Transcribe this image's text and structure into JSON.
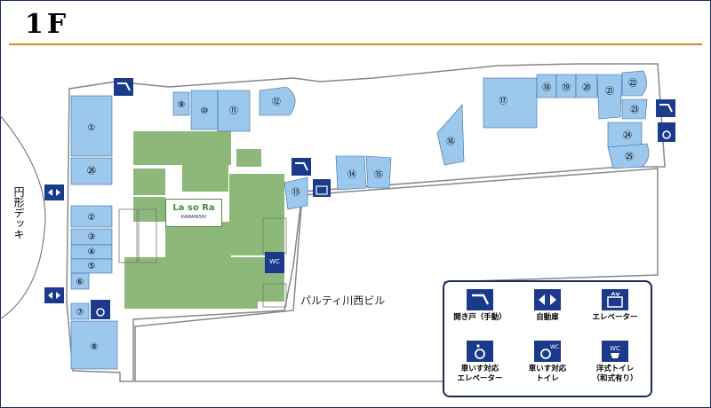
{
  "floor": {
    "title": "1F"
  },
  "building": {
    "name": "パルティ川西ビル"
  },
  "deck": {
    "label": "円形デッキ"
  },
  "logo": {
    "main": "La so Ra",
    "sub": "KAWANISHI"
  },
  "shops": [
    "①",
    "②",
    "③",
    "④",
    "⑤",
    "⑥",
    "⑦",
    "⑧",
    "⑨",
    "⑩",
    "⑪",
    "⑫",
    "⑬",
    "⑭",
    "⑮",
    "⑯",
    "⑰",
    "⑱",
    "⑲",
    "⑳",
    "㉑",
    "㉒",
    "㉓",
    "㉔",
    "㉕",
    "㉖"
  ],
  "legend": {
    "items": [
      {
        "icon": "swing-door-icon",
        "label": "開き戸（手動）"
      },
      {
        "icon": "automatic-door-icon",
        "label": "自動扉"
      },
      {
        "icon": "elevator-icon",
        "label": "エレベーター"
      },
      {
        "icon": "wheelchair-elevator-icon",
        "label": "車いす対応\nエレベーター"
      },
      {
        "icon": "wheelchair-toilet-icon",
        "label": "車いす対応\nトイレ"
      },
      {
        "icon": "western-toilet-icon",
        "label": "洋式トイレ\n（和式有り）"
      }
    ]
  },
  "colors": {
    "shop": "#9cc8ee",
    "plaza": "#8db87a",
    "accent": "#d98a1c",
    "navy": "#1b3a8c"
  }
}
